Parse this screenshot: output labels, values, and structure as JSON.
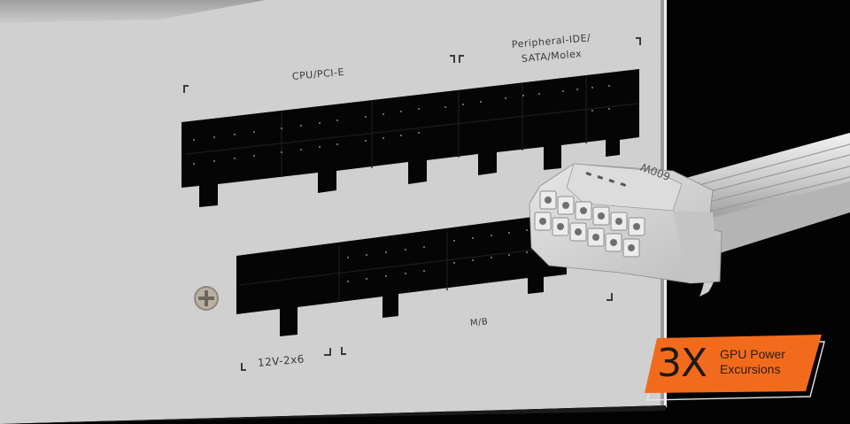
{
  "image": {
    "subject": "PSU modular rear connector panel with 12V-2x6 GPU cable plugged in",
    "background_color": "#030303",
    "panel_color": "#cfcfcf"
  },
  "panel_labels": {
    "cpu_pcie": "CPU/PCI-E",
    "peripheral_line1": "Peripheral-IDE/",
    "peripheral_line2": "SATA/Molex",
    "motherboard": "M/B",
    "gpu_connector": "12V-2x6"
  },
  "connector": {
    "wattage_marking": "600W",
    "pin_count": 12,
    "sense_pins": 4
  },
  "badge": {
    "multiplier": "3X",
    "line1": "GPU Power",
    "line2": "Excursions",
    "color": "#f26b1d"
  }
}
